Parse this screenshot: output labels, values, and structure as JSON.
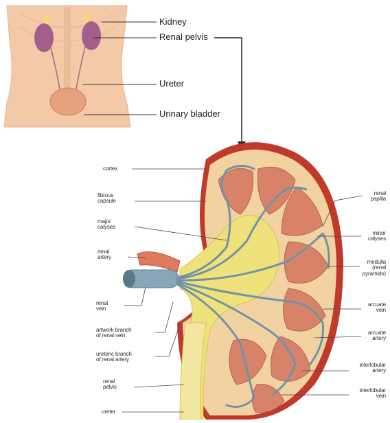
{
  "top_diagram": {
    "labels": {
      "kidney": "Kidney",
      "renal_pelvis": "Renal pelvis",
      "ureter": "Ureter",
      "urinary_bladder": "Urinary bladder"
    }
  },
  "kidney_section": {
    "left_labels": {
      "cortex": "cortex",
      "fibrous_capsule": "fibrous\ncapsule",
      "major_calyses": "major\ncalyses",
      "renal_artery": "renal\nartery",
      "renal_vein": "renal\nvein",
      "artwork_branch": "artwork branch\nof renal vein",
      "ureteric_branch": "ureteric branch\nof renal artery",
      "renal_pelvis": "renal\npelvis",
      "ureter": "ureter"
    },
    "right_labels": {
      "renal_papilla": "renal\npapilla",
      "minor_calyses": "minor\ncalyses",
      "medulla": "medulla\n(renal\npyramids)",
      "arcuate_vein": "arcuate\nvein",
      "arcuate_artery": "arcuate\nartery",
      "interlobular_artery": "interlobular\nartery",
      "interlobular_vein": "interlobular\nvein"
    }
  },
  "colors": {
    "skin": "#f3c9a8",
    "kidney_small": "#a35f8a",
    "capsule": "#c0392b",
    "cortex": "#f3d2a2",
    "pyramid": "#d9826a",
    "vessel": "#6f93a8",
    "pelvis": "#f0e27a"
  }
}
